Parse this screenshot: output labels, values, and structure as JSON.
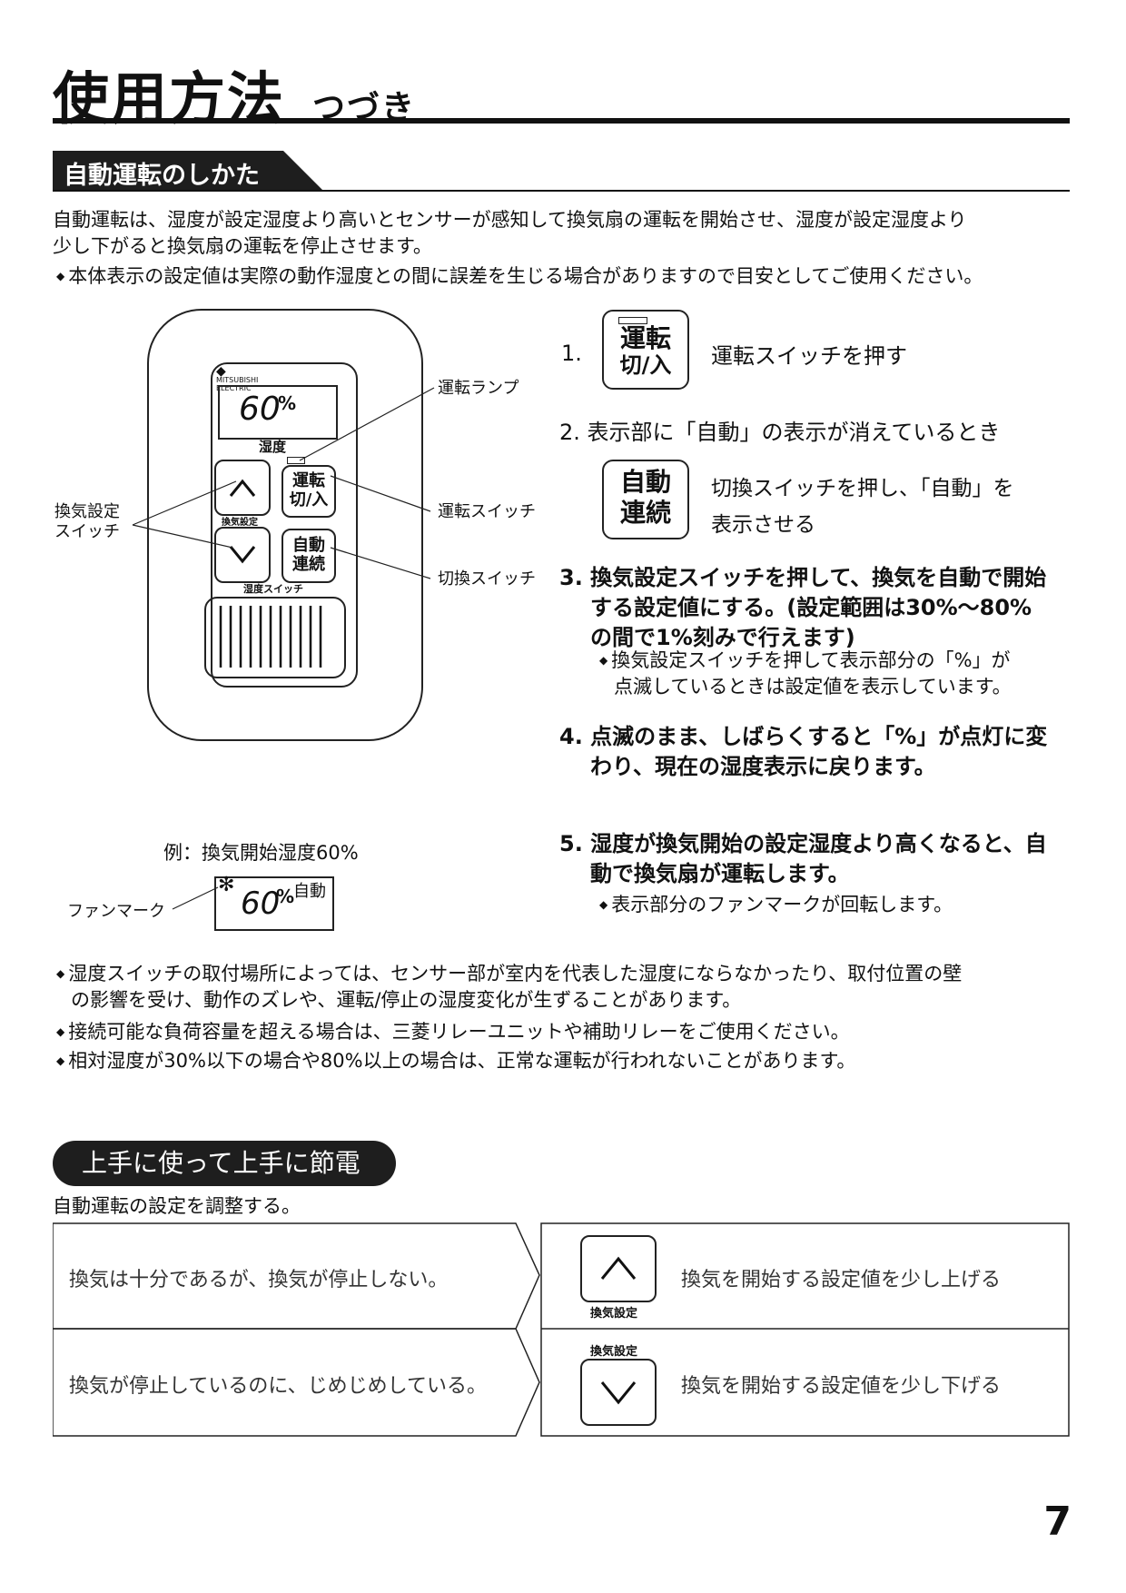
{
  "header": {
    "title": "使用方法",
    "subtitle": "つづき"
  },
  "section1": {
    "heading": "自動運転のしかた",
    "intro_line1": "自動運転は、湿度が設定湿度より高いとセンサーが感知して換気扇の運転を開始させ、湿度が設定湿度より",
    "intro_line2": "少し下がると換気扇の運転を停止させます。",
    "note": "本体表示の設定値は実際の動作湿度との間に誤差を生じる場合がありますので目安としてご使用ください。"
  },
  "device": {
    "brand_line1": "MITSUBISHI",
    "brand_line2": "ELECTRIC",
    "display_value": "60",
    "display_unit": "%",
    "humidity_label": "湿度",
    "power_key_line1": "運転",
    "power_key_line2": "切/入",
    "mode_key_line1": "自動",
    "mode_key_line2": "連続",
    "vent_label": "換気設定",
    "switch_label": "湿度スイッチ",
    "callout_lamp": "運転ランプ",
    "callout_power": "運転スイッチ",
    "callout_mode": "切換スイッチ",
    "callout_vent_line1": "換気設定",
    "callout_vent_line2": "スイッチ"
  },
  "example": {
    "caption": "例：換気開始湿度60%",
    "fan_label": "ファンマーク",
    "value": "60",
    "unit": "%",
    "mode": "自動"
  },
  "steps": {
    "s1_num": "1.",
    "s1_key_line1": "運転",
    "s1_key_line2": "切/入",
    "s1_text": "運転スイッチを押す",
    "s2_text": "2. 表示部に「自動」の表示が消えているとき",
    "s2_key_line1": "自動",
    "s2_key_line2": "連続",
    "s2_sub_line1": "切換スイッチを押し、「自動」を",
    "s2_sub_line2": "表示させる",
    "s3_line1": "3. 換気設定スイッチを押して、換気を自動で開始",
    "s3_line2": "する設定値にする。(設定範囲は30%〜80%",
    "s3_line3": "の間で1%刻みで行えます)",
    "s3_note_line1": "換気設定スイッチを押して表示部分の「%」が",
    "s3_note_line2": "点滅しているときは設定値を表示しています。",
    "s4_line1": "4. 点滅のまま、しばらくすると「%」が点灯に変",
    "s4_line2": "わり、現在の湿度表示に戻ります。",
    "s5_line1": "5. 湿度が換気開始の設定湿度より高くなると、自",
    "s5_line2": "動で換気扇が運転します。",
    "s5_note": "表示部分のファンマークが回転します。"
  },
  "notes": {
    "n1_line1": "湿度スイッチの取付場所によっては、センサー部が室内を代表した湿度にならなかったり、取付位置の壁",
    "n1_line2": "の影響を受け、動作のズレや、運転/停止の湿度変化が生ずることがあります。",
    "n2": "接続可能な負荷容量を超える場合は、三菱リレーユニットや補助リレーをご使用ください。",
    "n3": "相対湿度が30%以下の場合や80%以上の場合は、正常な運転が行われないことがあります。"
  },
  "section2": {
    "heading": "上手に使って上手に節電",
    "intro": "自動運転の設定を調整する。",
    "rows": [
      {
        "problem": "換気は十分であるが、換気が停止しない。",
        "key_label": "換気設定",
        "action": "換気を開始する設定値を少し上げる"
      },
      {
        "problem": "換気が停止しているのに、じめじめしている。",
        "key_label": "換気設定",
        "action": "換気を開始する設定値を少し下げる"
      }
    ]
  },
  "page_number": "7"
}
